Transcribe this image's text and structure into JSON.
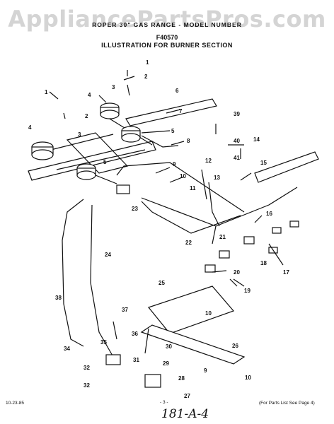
{
  "watermark": "AppliancePartsPros.com",
  "header": {
    "line1": "ROPER 30\" GAS RANGE - MODEL NUMBER",
    "model": "F40570",
    "title": "ILLUSTRATION FOR BURNER SECTION"
  },
  "footer": {
    "date": "10-23-85",
    "page": "- 3 -",
    "note": "(For Parts List See Page 4)",
    "handwritten": "181-A-4"
  },
  "callouts": [
    "1",
    "1",
    "2",
    "2",
    "3",
    "3",
    "4",
    "4",
    "5",
    "5",
    "6",
    "7",
    "8",
    "9",
    "9",
    "10",
    "10",
    "10",
    "11",
    "12",
    "13",
    "14",
    "15",
    "16",
    "17",
    "18",
    "19",
    "20",
    "21",
    "22",
    "23",
    "24",
    "25",
    "26",
    "27",
    "28",
    "29",
    "30",
    "31",
    "32",
    "32",
    "34",
    "35",
    "36",
    "37",
    "38",
    "39",
    "40",
    "41"
  ]
}
